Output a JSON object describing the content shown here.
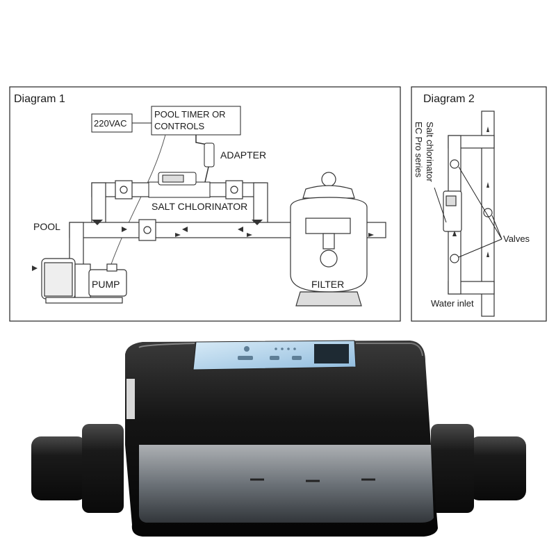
{
  "diagram1": {
    "title": "Diagram 1",
    "labels": {
      "power": "220VAC",
      "timer_line1": "POOL TIMER OR",
      "timer_line2": "CONTROLS",
      "adapter": "ADAPTER",
      "chlorinator": "SALT CHLORINATOR",
      "pool": "POOL",
      "pump": "PUMP",
      "filter": "FILTER"
    }
  },
  "diagram2": {
    "title": "Diagram 2",
    "device_line1": "Salt chlorinator",
    "device_line2": "EC Pro series",
    "valves": "Valves",
    "water_inlet": "Water inlet"
  },
  "colors": {
    "frame": "#222222",
    "pipe_fill": "#ffffff",
    "pipe_stroke": "#333333",
    "device_body": "#151515",
    "panel": "#b9d6ea",
    "clear_cell": "#9aa1a8"
  }
}
